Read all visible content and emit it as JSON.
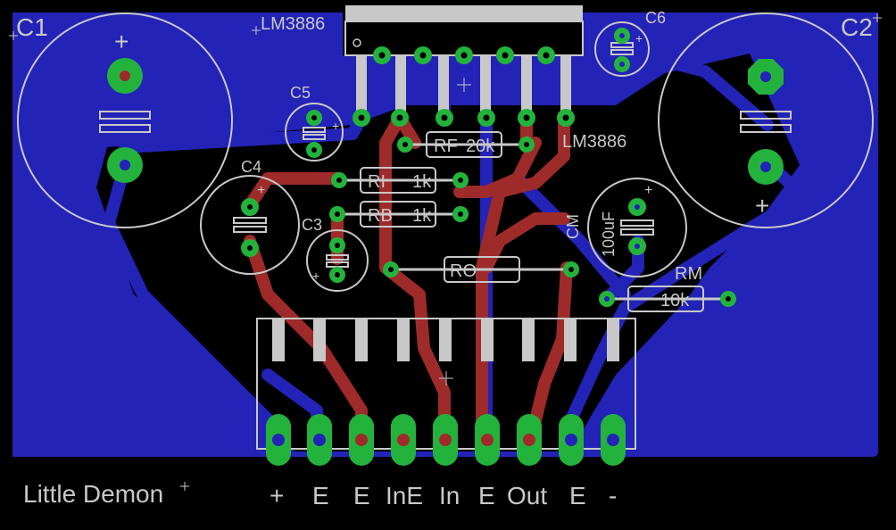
{
  "board": {
    "title": "Little Demon",
    "colors": {
      "background": "#000000",
      "bottom_copper": "#2323b8",
      "top_copper": "#9e2a2a",
      "pad": "#23b33c",
      "silk": "#c8c8c8",
      "frame": "#ffffff"
    }
  },
  "components": {
    "c1": {
      "name": "C1",
      "plus": "+"
    },
    "c2": {
      "name": "C2",
      "plus": "+"
    },
    "c3": {
      "name": "C3",
      "plus": "+"
    },
    "c4": {
      "name": "C4",
      "plus": "+"
    },
    "c5": {
      "name": "C5",
      "plus": "+"
    },
    "c6": {
      "name": "C6",
      "plus": "+"
    },
    "cm": {
      "name": "CM",
      "value": "100uF",
      "plus": "+"
    },
    "ic_top": {
      "name": "LM3886"
    },
    "ic_right": {
      "name": "LM3886"
    },
    "rf": {
      "name": "RF",
      "value": "20k"
    },
    "ri": {
      "name": "RI",
      "value": "1k"
    },
    "rb": {
      "name": "RB",
      "value": "1k"
    },
    "ro": {
      "name": "RO"
    },
    "rm": {
      "name": "RM",
      "value": "10k"
    }
  },
  "connector_labels": [
    "+",
    "E",
    "E",
    "InE",
    "In",
    "E",
    "Out",
    "E",
    "-"
  ]
}
